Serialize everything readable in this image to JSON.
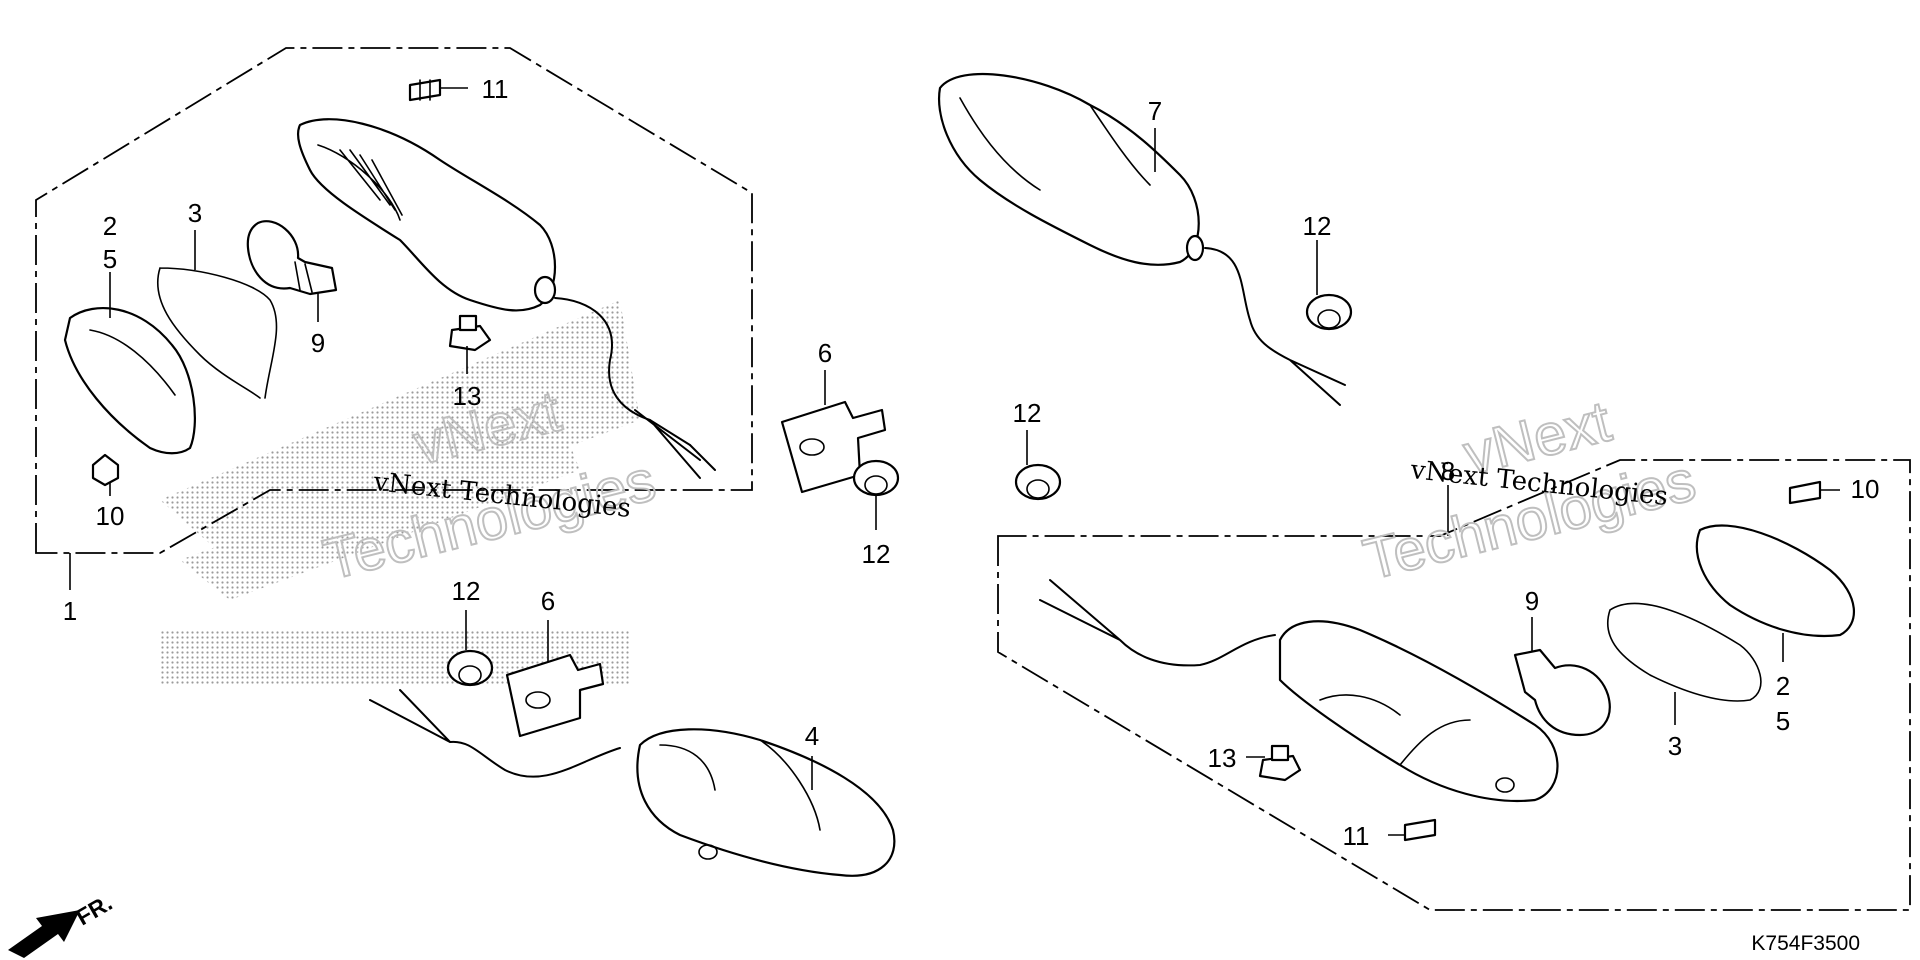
{
  "callouts": {
    "c1": "1",
    "c2a": "2",
    "c5a": "5",
    "c3a": "3",
    "c9a": "9",
    "c10a": "10",
    "c11a": "11",
    "c13a": "13",
    "c6a": "6",
    "c12a": "12",
    "c12b": "12",
    "c6b": "6",
    "c4": "4",
    "c7": "7",
    "c12c": "12",
    "c12d": "12",
    "c8": "8",
    "c10b": "10",
    "c9b": "9",
    "c2b": "2",
    "c5b": "5",
    "c3b": "3",
    "c13b": "13",
    "c11b": "11"
  },
  "watermark": {
    "line_left": "vNext Technologies",
    "line_right": "vNext Technologies",
    "outline_top": "vNext",
    "outline_bottom": "Technologies"
  },
  "direction_label": "FR.",
  "diagram_code": "K754F3500",
  "colors": {
    "ink": "#000000",
    "paper": "#ffffff",
    "stipple": "#9a9a9a",
    "watermark": "#bfbfbf"
  }
}
